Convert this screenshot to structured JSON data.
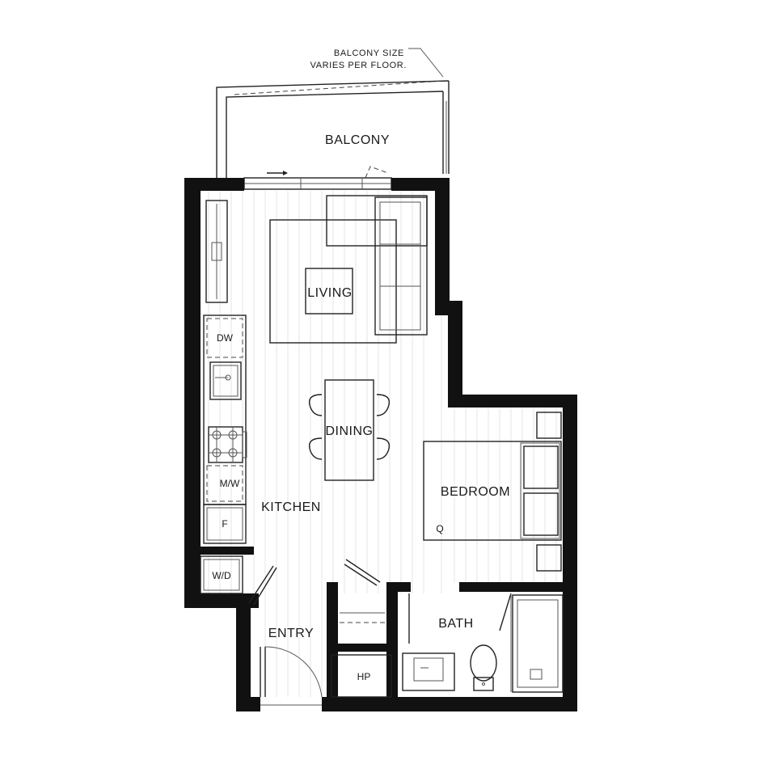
{
  "notes": {
    "line1": "BALCONY SIZE",
    "line2": "VARIES PER FLOOR."
  },
  "rooms": {
    "balcony": "BALCONY",
    "living": "LIVING",
    "dining": "DINING",
    "kitchen": "KITCHEN",
    "bedroom": "BEDROOM",
    "entry": "ENTRY",
    "bath": "BATH"
  },
  "fixtures": {
    "dishwasher": "DW",
    "microwave": "M/W",
    "fridge": "F",
    "washer_dryer": "W/D",
    "heat_pump": "HP",
    "bed_size": "Q"
  },
  "colors": {
    "wall": "#111111",
    "line": "#222222",
    "floor_hatch": "#e4e4e4"
  }
}
